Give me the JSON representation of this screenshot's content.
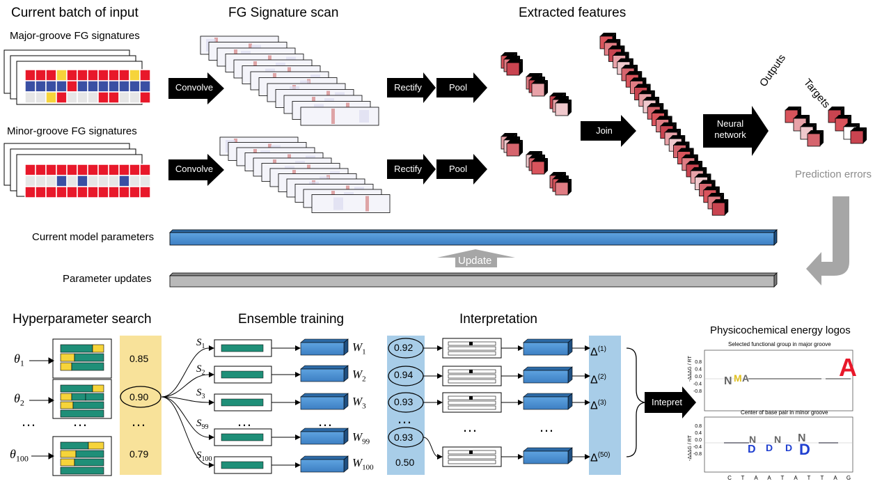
{
  "top": {
    "section_input": "Current batch of input",
    "section_scan": "FG Signature scan",
    "section_extracted": "Extracted features",
    "major_label": "Major-groove FG signatures",
    "minor_label": "Minor-groove FG signatures",
    "convolve": "Convolve",
    "rectify": "Rectify",
    "pool": "Pool",
    "join": "Join",
    "neural_network": "Neural\nnetwork",
    "outputs": "Outputs",
    "targets": "Targets",
    "prediction_errors": "Prediction errors",
    "current_params": "Current model parameters",
    "param_updates": "Parameter updates",
    "update": "Update"
  },
  "bottom": {
    "section_hyper": "Hyperparameter search",
    "section_ensemble": "Ensemble training",
    "section_interp": "Interpretation",
    "section_logos": "Physicochemical energy logos",
    "thetas": [
      "θ1",
      "θ2",
      "θ100"
    ],
    "theta_main": [
      "θ",
      "θ",
      "θ"
    ],
    "theta_sub": [
      "1",
      "2",
      "100"
    ],
    "scores": [
      "0.85",
      "0.90",
      "0.79"
    ],
    "ellipsis": "…",
    "s_main": [
      "S",
      "S",
      "S",
      "S",
      "S"
    ],
    "s_sub": [
      "1",
      "2",
      "3",
      "99",
      "100"
    ],
    "w_main": [
      "W",
      "W",
      "W",
      "W",
      "W"
    ],
    "w_sub": [
      "1",
      "2",
      "3",
      "99",
      "100"
    ],
    "interp_scores": [
      "0.92",
      "0.94",
      "0.93",
      "0.93",
      "0.50"
    ],
    "delta_main": [
      "Δ",
      "Δ",
      "Δ",
      "Δ"
    ],
    "delta_sup": [
      "(1)",
      "(2)",
      "(3)",
      "(50)"
    ],
    "interpret": "Intepret",
    "logo1_title": "Selected functional group in major groove",
    "logo2_title": "Center of base pair in minor groove",
    "ylabel": "-ΔΔΔG / RT",
    "yticks": [
      "0.8",
      "0.4",
      "0.0",
      "-0.4",
      "-0.8"
    ],
    "xbases": [
      "C",
      "T",
      "A",
      "A",
      "T",
      "A",
      "T",
      "T",
      "A",
      "G"
    ],
    "logo1_letters": [
      "N",
      "M",
      "A",
      "A"
    ],
    "logo2_letters": [
      "N",
      "D",
      "N",
      "D",
      "D",
      "N",
      "D"
    ]
  },
  "colors": {
    "red": "#e8182a",
    "blue": "#3a4fa3",
    "yellow": "#f6d43a",
    "teal": "#1f8f78",
    "block_blue": "#4a8fd0",
    "pale_yellow": "#f8e29a",
    "pale_blue": "#a8cde8",
    "gray_bar": "#b9b9b9"
  }
}
